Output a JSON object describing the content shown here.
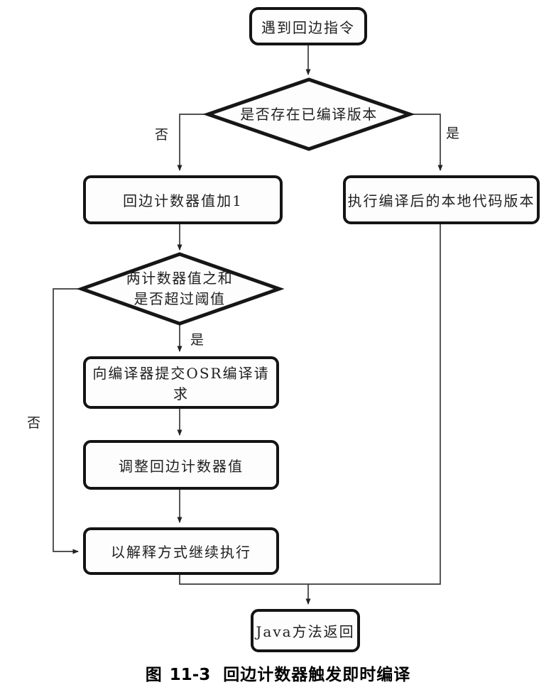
{
  "figure": {
    "caption": {
      "label": "图",
      "number": "11-3",
      "title": "回边计数器触发即时编译"
    },
    "colors": {
      "ink": "#141414",
      "line": "#3a3a3a",
      "background": "#ffffff"
    }
  },
  "flowchart": {
    "nodes": {
      "start": {
        "label": "遇到回边指令"
      },
      "decision_compiled": {
        "label": "是否存在已编译版本"
      },
      "increment_counter": {
        "label": "回边计数器值加1"
      },
      "execute_native": {
        "label": "执行编译后的本地代码版本"
      },
      "decision_threshold": {
        "line1": "两计数器值之和",
        "line2": "是否超过阈值"
      },
      "submit_osr": {
        "label": "向编译器提交OSR编译请求"
      },
      "adjust_counter": {
        "label": "调整回边计数器值"
      },
      "continue_interpret": {
        "label": "以解释方式继续执行"
      },
      "method_return": {
        "label": "Java方法返回"
      }
    },
    "edges": {
      "compiled_no": {
        "label": "否"
      },
      "compiled_yes": {
        "label": "是"
      },
      "threshold_yes": {
        "label": "是"
      },
      "threshold_no": {
        "label": "否"
      }
    }
  }
}
